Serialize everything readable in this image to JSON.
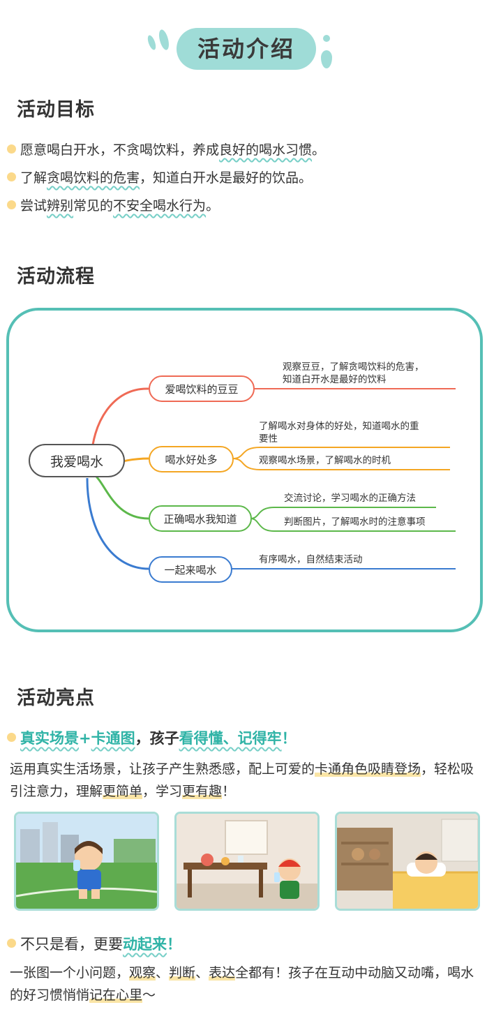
{
  "title": "活动介绍",
  "goals": {
    "heading": "活动目标",
    "items": [
      {
        "pre": "愿意喝白开水，不贪喝饮料，养成",
        "mark": "良好的喝水习惯",
        "post": "。"
      },
      {
        "pre": "了解",
        "mark": "贪喝饮料的危害",
        "post": "，知道白开水是最好的饮品。"
      },
      {
        "pre": "尝试",
        "mark": "辨别",
        "mid": "常见的",
        "mark2": "不安全喝水行为",
        "post": "。"
      }
    ]
  },
  "flow": {
    "heading": "活动流程",
    "root": "我爱喝水",
    "branches": [
      {
        "label": "爱喝饮料的豆豆",
        "color": "#ef6a55",
        "leaves": [
          "观察豆豆，了解贪喝饮料的危害，\n知道白开水是最好的饮料"
        ]
      },
      {
        "label": "喝水好处多",
        "color": "#f4a623",
        "leaves": [
          "了解喝水对身体的好处，知道喝水的重\n要性",
          "观察喝水场景，了解喝水的时机"
        ]
      },
      {
        "label": "正确喝水我知道",
        "color": "#5cb84a",
        "leaves": [
          "交流讨论，学习喝水的正确方法",
          "判断图片，了解喝水时的注意事项"
        ]
      },
      {
        "label": "一起来喝水",
        "color": "#3a7bd0",
        "leaves": [
          "有序喝水，自然结束活动"
        ]
      }
    ]
  },
  "highlights": {
    "heading": "活动亮点",
    "h1": {
      "a": "真实场景",
      "b": "+",
      "c": "卡通图",
      "d": "，孩子",
      "e": "看得懂、记得牢",
      "f": "！"
    },
    "p1": {
      "a": "运用真实生活场景，让孩子产生熟悉感，配上可爱的",
      "b": "卡通角色吸睛登场",
      "c": "，轻松吸引注意力，理解",
      "d": "更简单",
      "e": "，学习",
      "f": "更有趣",
      "g": "！"
    },
    "h2": {
      "a": "不只是看，更要",
      "b": "动起来",
      "c": "！"
    },
    "p2": {
      "a": "一张图一个小问题，",
      "b": "观察",
      "c": "、",
      "d": "判断",
      "e": "、",
      "f": "表达",
      "g": "全都有！孩子在互动中动脑又动嘴，喝水的好习惯悄悄",
      "h": "记在心里",
      "i": "～"
    },
    "pictures": [
      "outdoor-field-boy-drinking",
      "dining-room-boy-drinking",
      "bedroom-child-sick"
    ]
  }
}
